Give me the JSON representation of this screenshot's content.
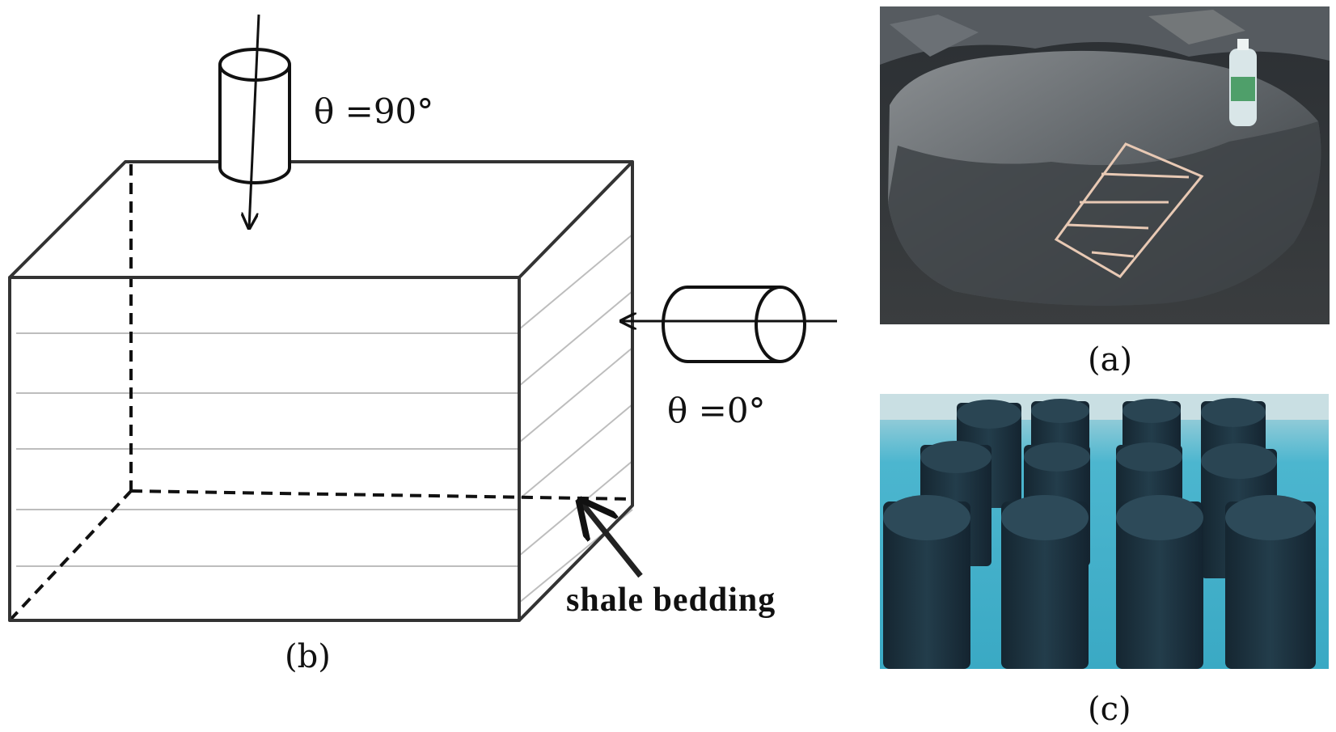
{
  "diagram": {
    "label_top": "θ =90°",
    "label_side": "θ =0°",
    "label_bedding": "shale bedding",
    "caption_b": "(b)"
  },
  "photos": {
    "caption_a": "(a)",
    "caption_c": "(c)"
  },
  "colors": {
    "outline": "#333333",
    "bedding_lines": "#bdbdbd",
    "rock_dark": "#3f4346",
    "water_blue": "#3fb1c9",
    "core_dark": "#1d3340"
  }
}
